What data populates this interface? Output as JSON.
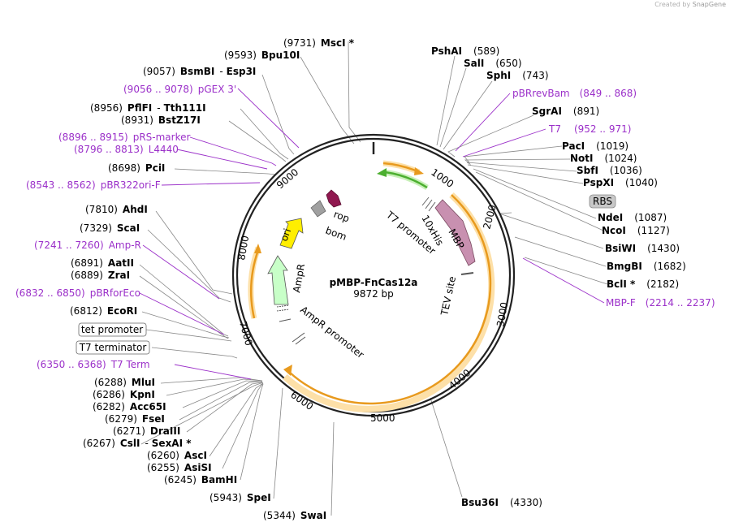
{
  "credit": {
    "prefix": "Created by",
    "brand": "SnapGene"
  },
  "plasmid": {
    "name": "pMBP-FnCas12a",
    "size_label": "9872 bp",
    "length": 9872
  },
  "ticks": [
    "1000",
    "2000",
    "3000",
    "4000",
    "5000",
    "6000",
    "7000",
    "8000",
    "9000"
  ],
  "features": {
    "rop": "rop",
    "bom": "bom",
    "ori": "ori",
    "ampr_arrow": "AmpR",
    "ampr_label": "AmpR",
    "ampr_promoter": "AmpR promoter",
    "t7_promoter": "T7 promoter",
    "his": "10xHis",
    "mbp": "MBP",
    "tev": "TEV site"
  },
  "sites": [
    {
      "id": "msci",
      "name": "MscI *",
      "pos": "(9731)"
    },
    {
      "id": "bpu10i",
      "name": "Bpu10I",
      "pos": "(9593)"
    },
    {
      "id": "bsmbi",
      "name": "BsmBI",
      "pos": "(9057)",
      "extra": "Esp3I"
    },
    {
      "id": "pflfi",
      "name": "PflFI",
      "pos": "(8956)",
      "extra": "Tth111I"
    },
    {
      "id": "bstz17i",
      "name": "BstZ17I",
      "pos": "(8931)"
    },
    {
      "id": "pcii",
      "name": "PciI",
      "pos": "(8698)"
    },
    {
      "id": "ahdi",
      "name": "AhdI",
      "pos": "(7810)"
    },
    {
      "id": "scai",
      "name": "ScaI",
      "pos": "(7329)"
    },
    {
      "id": "aatii",
      "name": "AatII",
      "pos": "(6891)"
    },
    {
      "id": "zrai",
      "name": "ZraI",
      "pos": "(6889)"
    },
    {
      "id": "ecori",
      "name": "EcoRI",
      "pos": "(6812)"
    },
    {
      "id": "mlui",
      "name": "MluI",
      "pos": "(6288)"
    },
    {
      "id": "kpni",
      "name": "KpnI",
      "pos": "(6286)"
    },
    {
      "id": "acc65i",
      "name": "Acc65I",
      "pos": "(6282)"
    },
    {
      "id": "fsei",
      "name": "FseI",
      "pos": "(6279)"
    },
    {
      "id": "draiii",
      "name": "DraIII",
      "pos": "(6271)"
    },
    {
      "id": "csli",
      "name": "CslI",
      "pos": "(6267)",
      "extra": "SexAI *"
    },
    {
      "id": "asci",
      "name": "AscI",
      "pos": "(6260)"
    },
    {
      "id": "assi",
      "name": "AsiSI",
      "pos": "(6255)"
    },
    {
      "id": "bamhi",
      "name": "BamHI",
      "pos": "(6245)"
    },
    {
      "id": "spei",
      "name": "SpeI",
      "pos": "(5943)"
    },
    {
      "id": "swai",
      "name": "SwaI",
      "pos": "(5344)"
    },
    {
      "id": "bsu36i",
      "name": "Bsu36I",
      "pos": "(4330)"
    },
    {
      "id": "pshai",
      "name": "PshAI",
      "pos": "(589)"
    },
    {
      "id": "sali",
      "name": "SalI",
      "pos": "(650)"
    },
    {
      "id": "sphi",
      "name": "SphI",
      "pos": "(743)"
    },
    {
      "id": "sgrai",
      "name": "SgrAI",
      "pos": "(891)"
    },
    {
      "id": "paci",
      "name": "PacI",
      "pos": "(1019)"
    },
    {
      "id": "noti",
      "name": "NotI",
      "pos": "(1024)"
    },
    {
      "id": "sbfi",
      "name": "SbfI",
      "pos": "(1036)"
    },
    {
      "id": "pspxi",
      "name": "PspXI",
      "pos": "(1040)"
    },
    {
      "id": "ndei",
      "name": "NdeI",
      "pos": "(1087)"
    },
    {
      "id": "ncoi",
      "name": "NcoI",
      "pos": "(1127)"
    },
    {
      "id": "bsiwi",
      "name": "BsiWI",
      "pos": "(1430)"
    },
    {
      "id": "bmgbi",
      "name": "BmgBI",
      "pos": "(1682)"
    },
    {
      "id": "bcli",
      "name": "BclI *",
      "pos": "(2182)"
    }
  ],
  "primers": [
    {
      "id": "pgex3",
      "name": "pGEX 3'",
      "range": "(9056 .. 9078)"
    },
    {
      "id": "prsmarker",
      "name": "pRS-marker",
      "range": "(8896 .. 8915)"
    },
    {
      "id": "l4440",
      "name": "L4440",
      "range": "(8796 .. 8813)"
    },
    {
      "id": "pbr322ori",
      "name": "pBR322ori-F",
      "range": "(8543 .. 8562)"
    },
    {
      "id": "ampr",
      "name": "Amp-R",
      "range": "(7241 .. 7260)"
    },
    {
      "id": "pbrforeco",
      "name": "pBRforEco",
      "range": "(6832 .. 6850)"
    },
    {
      "id": "t7term",
      "name": "T7 Term",
      "range": "(6350 .. 6368)"
    },
    {
      "id": "pbrrevbam",
      "name": "pBRrevBam",
      "range": "(849 .. 868)"
    },
    {
      "id": "t7",
      "name": "T7",
      "range": "(952 .. 971)"
    },
    {
      "id": "mbpf",
      "name": "MBP-F",
      "range": "(2214 .. 2237)"
    }
  ],
  "boxes": {
    "rbs": "RBS",
    "tet_promoter": "tet promoter",
    "t7_terminator": "T7 terminator"
  },
  "colors": {
    "primer": "#9b30c9",
    "orange": "#f0a030",
    "ori": "#ffee00",
    "ampr": "#c8ffc8",
    "mbp": "#c890b0",
    "rop": "#901850",
    "green": "#4caf30"
  }
}
